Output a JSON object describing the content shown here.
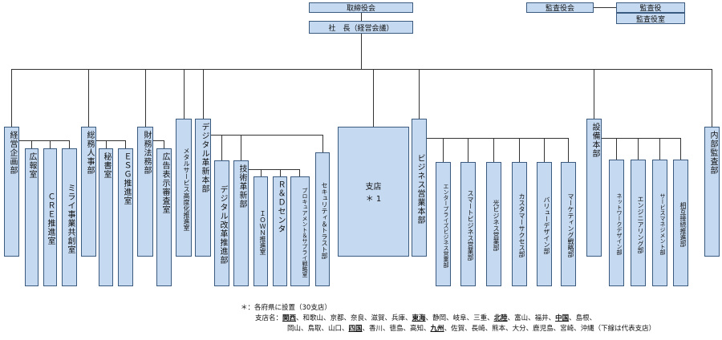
{
  "top": {
    "board": "取締役会",
    "president": "社　長（経営会議）",
    "auditors_board": "監査役会",
    "auditor": "監査役",
    "auditor_office": "監査役室"
  },
  "units": {
    "keiei": "経営企画部",
    "kouhou": "広報室",
    "cre": "ＣＲＥ推進室",
    "mirai": "ミライ事業共創室",
    "soumu": "総務人事部",
    "hisho": "秘書室",
    "esg": "ＥＳＧ推進室",
    "zaimu": "財務法務部",
    "koukoku": "広告表示審査室",
    "metal": "メタルサービス高度化推進室",
    "digital": "デジタル革新本部",
    "digital_kaikaku": "デジタル改革推進部",
    "gijutsu": "技術革新部",
    "iown": "ＩＯＷＮ推進室",
    "rd": "Ｒ＆Ｄセンタ",
    "procure": "プロキュアメント＆サプライ戦略室",
    "security": "セキュリティ＆トラスト部",
    "branch_label": "支店",
    "branch_mark": "＊ 1",
    "business": "ビジネス営業本部",
    "enterprise": "エンタープライズビジネス営業部",
    "smart": "スマートビジネス営業部",
    "hikari": "光ビジネス営業部",
    "cs": "カスタマーサクセス部",
    "value": "バリューデザイン部",
    "marketing": "マーケティング戦略部",
    "setsubi": "設備本部",
    "network": "ネットワークデザイン部",
    "engineering": "エンジニアリング部",
    "service_mgmt": "サービスマネジメント部",
    "interconnect": "相互接続推進部",
    "audit": "内部監査部"
  },
  "footnote": {
    "line1": "＊：各府県に設置（30支店）",
    "prefix": "支店名：",
    "l2_a": "関西",
    "l2_b": "、和歌山、京都、奈良、滋賀、兵庫、",
    "l2_c": "東海",
    "l2_d": "、静岡、岐阜、三重、",
    "l2_e": "北陸",
    "l2_f": "、富山、福井、",
    "l2_g": "中国",
    "l2_h": "、島根、",
    "l3_a": "岡山、鳥取、山口、",
    "l3_b": "四国",
    "l3_c": "、香川、徳島、高知、",
    "l3_d": "九州",
    "l3_e": "、佐賀、長崎、熊本、大分、鹿児島、宮崎、沖縄（下線は代表支店）"
  }
}
